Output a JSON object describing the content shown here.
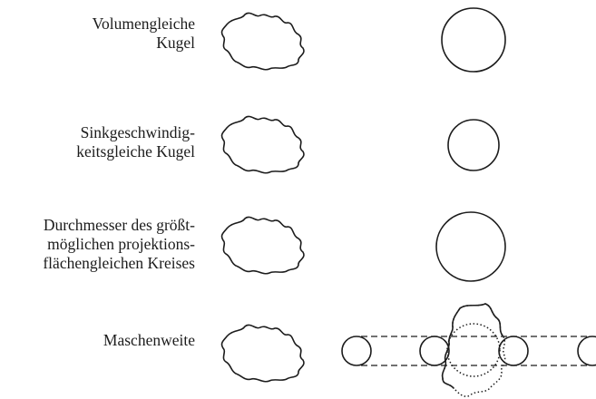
{
  "rows": [
    {
      "lines": [
        "Volumengleiche",
        "Kugel"
      ]
    },
    {
      "lines": [
        "Sinkgeschwindig-",
        "keitsgleiche Kugel"
      ]
    },
    {
      "lines": [
        "Durchmesser des größt-",
        "möglichen projektions-",
        "flächengleichen Kreises"
      ]
    },
    {
      "lines": [
        "Maschenweite"
      ]
    }
  ]
}
